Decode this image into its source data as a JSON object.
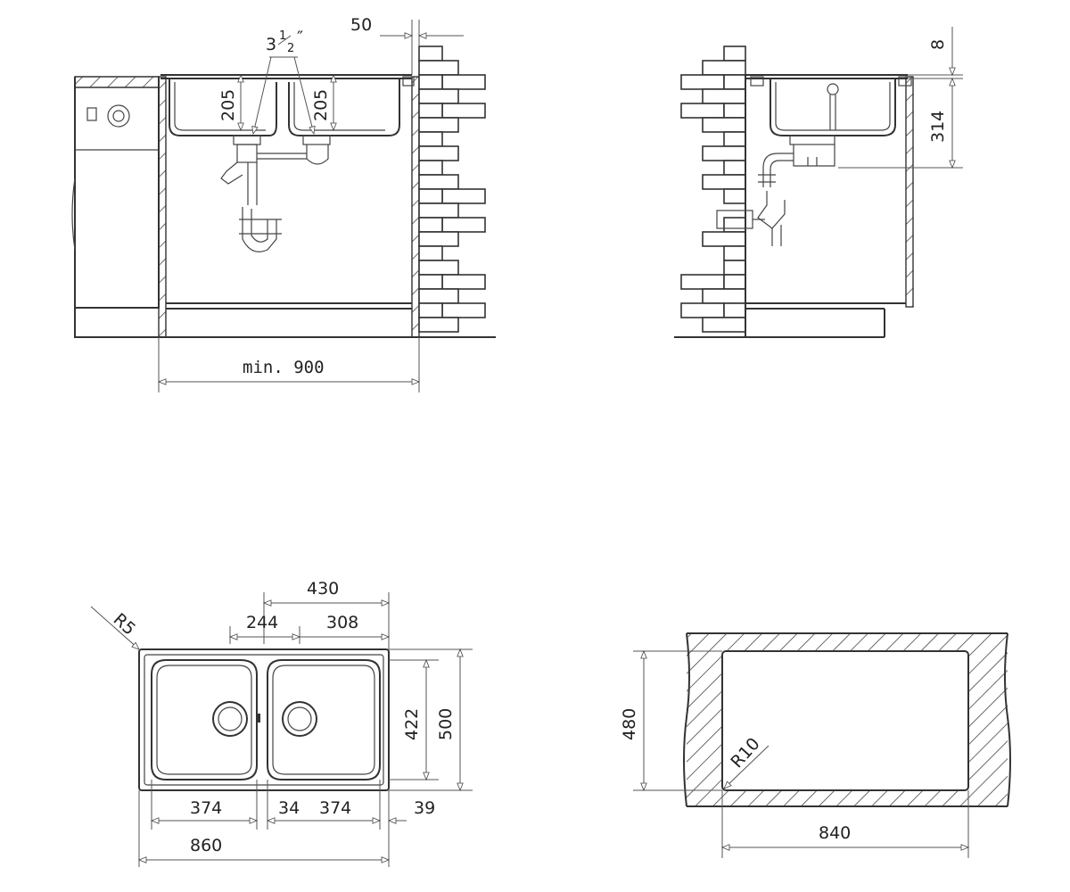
{
  "dimensions": {
    "drain_size": "3",
    "drain_frac_num": "1",
    "drain_frac_den": "2",
    "drain_inch": "″",
    "wall_gap": "50",
    "depth_left": "205",
    "depth_right": "205",
    "cabinet_min": "min. 900",
    "rim_height": "8",
    "drain_height": "314",
    "total_width_dim": "430",
    "bowl_spacing_a": "244",
    "bowl_spacing_b": "308",
    "corner_radius": "R5",
    "inner_depth": "422",
    "outer_depth": "500",
    "bowl_width_left": "374",
    "divider_width": "34",
    "bowl_width_right": "374",
    "edge_right": "39",
    "overall_width": "860",
    "cutout_depth": "480",
    "cutout_radius": "R10",
    "cutout_width": "840"
  }
}
